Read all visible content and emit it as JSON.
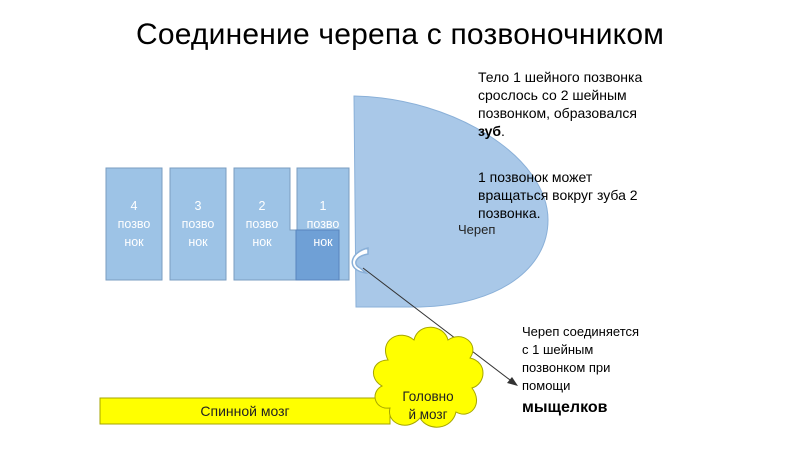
{
  "title": "Соединение черепа с позвоночником",
  "vertebrae": [
    {
      "line1": "4",
      "line2": "позво",
      "line3": "нок"
    },
    {
      "line1": "3",
      "line2": "позво",
      "line3": "нок"
    },
    {
      "line1": "2",
      "line2": "позво",
      "line3": "нок"
    },
    {
      "line1": "1",
      "line2": "позво",
      "line3": "нок"
    }
  ],
  "skull_label": "Череп",
  "text_top": {
    "line1": "Тело 1 шейного позвонка",
    "line2": "срослось со 2 шейным",
    "line3": "позвонком, образовался",
    "bold": "зуб",
    "after_bold": "."
  },
  "text_middle": {
    "line1": "1 позвонок может",
    "line2": "вращаться вокруг зуба 2",
    "line3": "позвонка."
  },
  "text_bottom": {
    "line1": "Череп соединяется",
    "line2": "с 1 шейным",
    "line3": "позвонком при",
    "line4": "помощи",
    "bold": "мыщелков"
  },
  "spinal_cord_label": "Спинной мозг",
  "brain_label": {
    "line1": "Головно",
    "line2": "й мозг"
  },
  "colors": {
    "vertebra_fill": "#9dc3e6",
    "vertebra_stroke": "#7a9cc0",
    "tooth_fill": "#6fa0d6",
    "skull_fill": "#a9c8e8",
    "cord_fill": "#ffff00",
    "cord_stroke": "#a6a600"
  }
}
